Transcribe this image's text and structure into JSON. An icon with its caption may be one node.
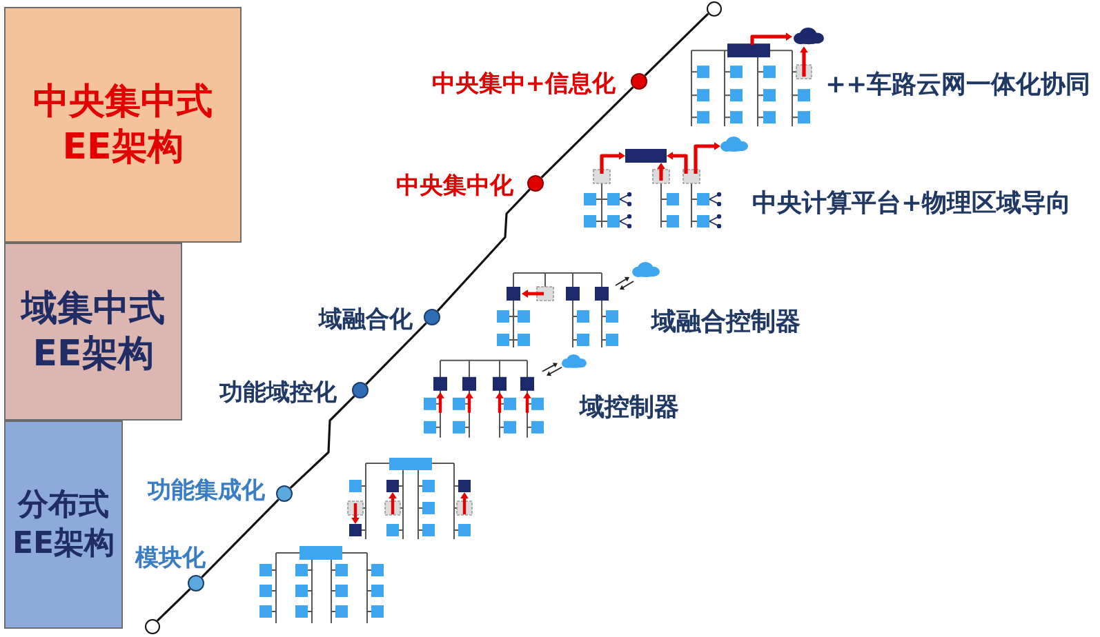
{
  "diagram": {
    "nodes": [
      {
        "text": [
          "中央集中式EE架构"
        ]
      },
      {
        "text": [
          "域集中式EE架构"
        ]
      },
      {
        "text": [
          "分布式EE架构"
        ]
      },
      {
        "text": [],
        "shape": "circle"
      },
      {
        "text": [],
        "shape": "circle",
        "beside": [
          "模块化"
        ]
      },
      {
        "text": [],
        "shape": "circle",
        "beside": [
          "功能集成化"
        ]
      },
      {
        "text": [],
        "shape": "circle",
        "beside": [
          "功能域控化"
        ]
      },
      {
        "text": [],
        "shape": "circle",
        "beside": [
          "域融合化"
        ]
      },
      {
        "text": [],
        "shape": "circle",
        "beside": [
          "中央集中化"
        ]
      },
      {
        "text": [],
        "shape": "circle",
        "beside": [
          "中央集中+信息化"
        ]
      },
      {
        "text": [],
        "shape": "circle"
      }
    ],
    "edges": [
      {
        "from": 3,
        "to": 4,
        "arrow": "none"
      },
      {
        "from": 4,
        "to": 5,
        "arrow": "none"
      },
      {
        "from": 5,
        "to": 6,
        "arrow": "none"
      },
      {
        "from": 6,
        "to": 7,
        "arrow": "none"
      },
      {
        "from": 7,
        "to": 8,
        "arrow": "none"
      },
      {
        "from": 8,
        "to": 9,
        "arrow": "none"
      },
      {
        "from": 9,
        "to": 10,
        "arrow": "none"
      }
    ],
    "labels": [
      "++车路云网一体化协同",
      "中央计算平台+物理区域导向",
      "域融合控制器",
      "域控制器"
    ]
  }
}
